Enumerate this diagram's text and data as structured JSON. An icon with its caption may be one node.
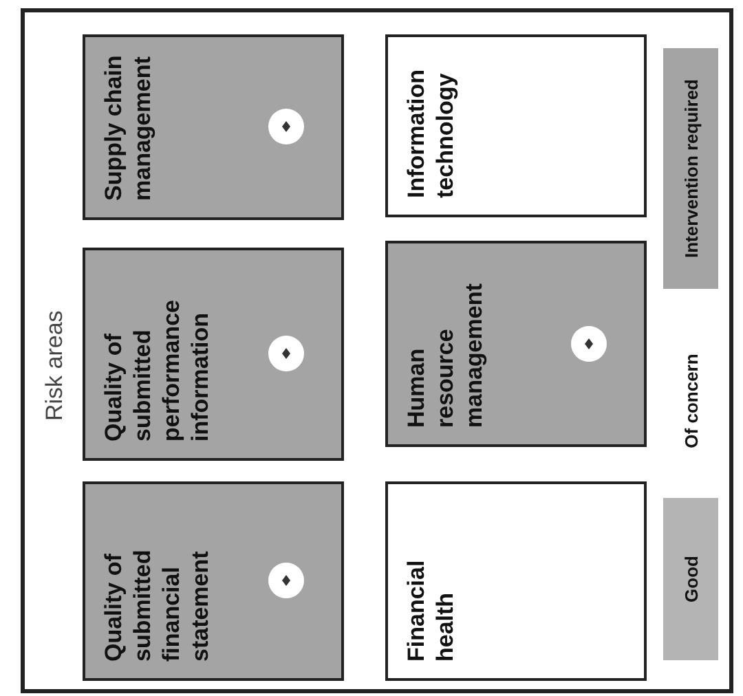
{
  "diagram": {
    "title": "Risk areas",
    "nodes": [
      {
        "text": [
          "Quality of submitted financial statement"
        ]
      },
      {
        "text": [
          "Quality of submitted performance information"
        ]
      },
      {
        "text": [
          "Supply chain management"
        ]
      },
      {
        "text": [
          "Financial health"
        ]
      },
      {
        "text": [
          "Human resource management"
        ]
      },
      {
        "text": [
          "Information technology"
        ]
      }
    ],
    "legend": [
      {
        "text": "Good",
        "color": "#b4b4b4"
      },
      {
        "text": "Of concern",
        "color": "#ffffff"
      },
      {
        "text": "Intervention required",
        "color": "#a4a4a4"
      }
    ]
  }
}
